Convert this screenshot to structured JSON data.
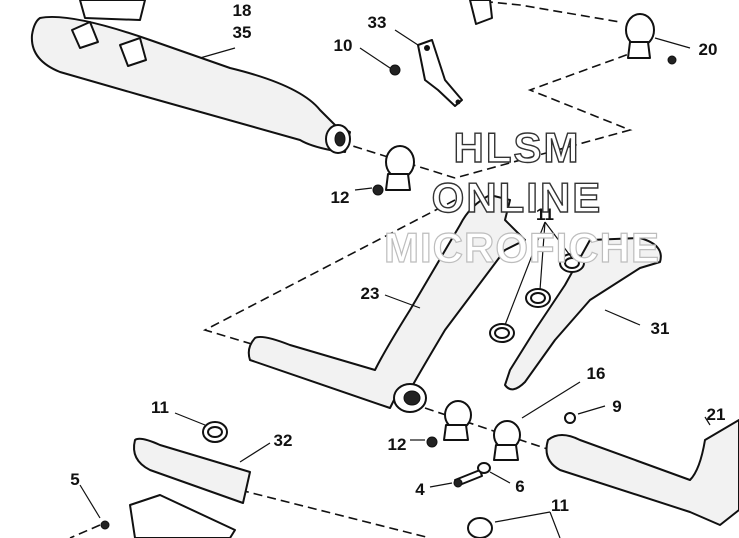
{
  "watermark": {
    "line1": "HLSM",
    "line2": "ONLINE",
    "line3": "MICROFICHE"
  },
  "callouts": [
    "18",
    "35",
    "33",
    "10",
    "20",
    "12",
    "11",
    "23",
    "31",
    "16",
    "9",
    "21",
    "11",
    "32",
    "12",
    "4",
    "6",
    "5",
    "11"
  ]
}
